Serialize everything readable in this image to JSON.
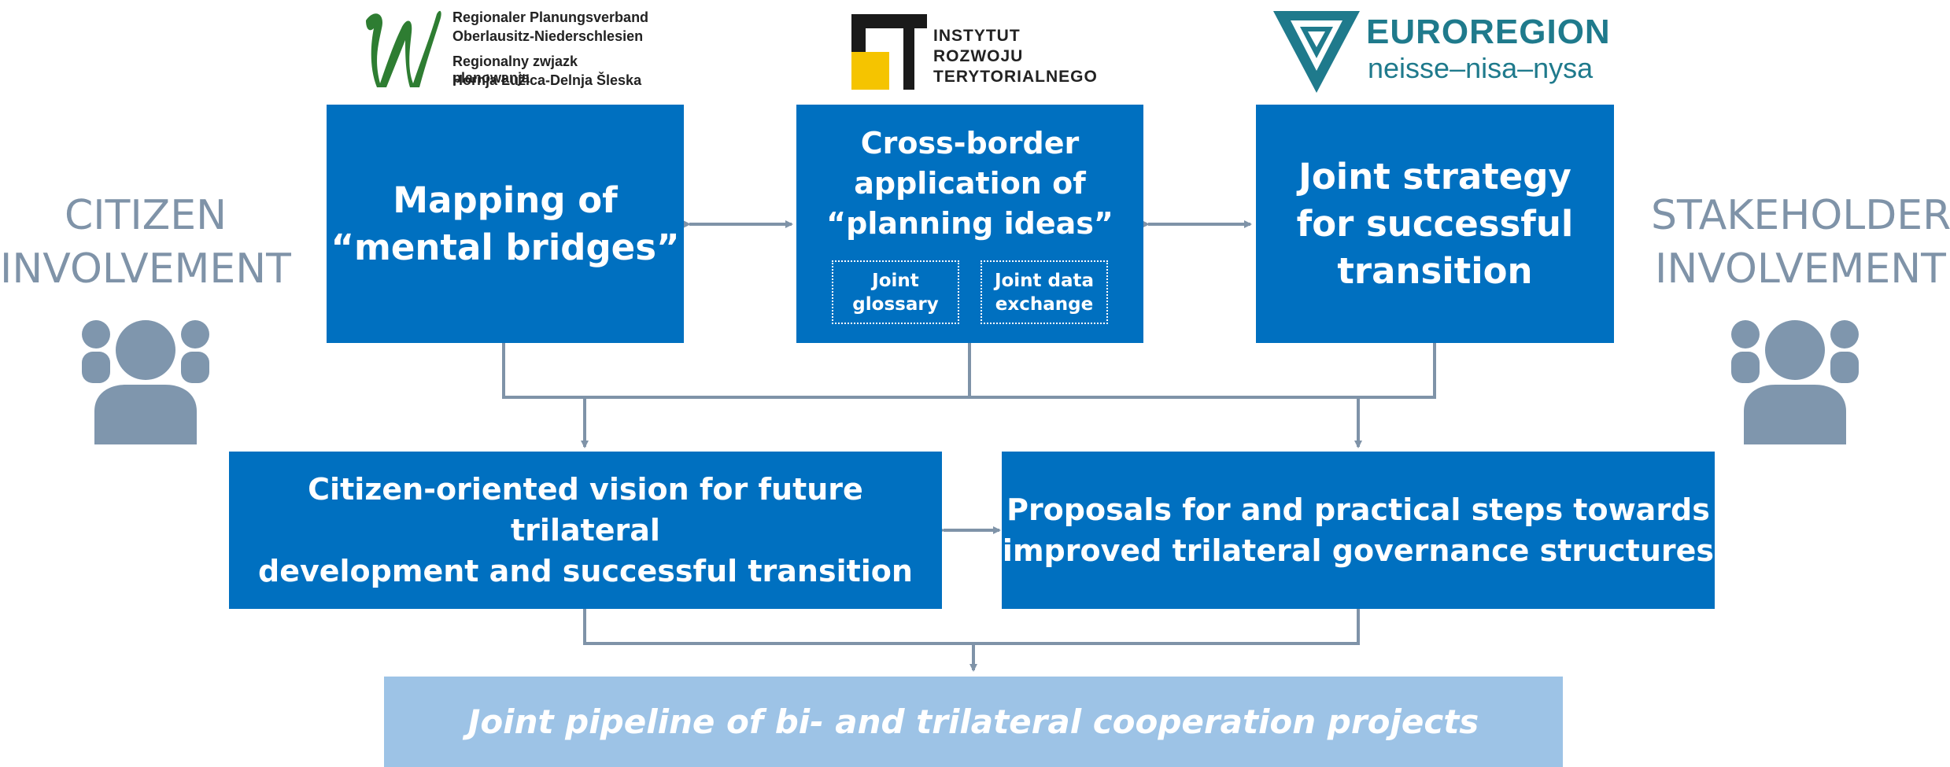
{
  "logos": {
    "rpv": {
      "line1": "Regionaler Planungsverband",
      "line2": "Oberlausitz-Niederschlesien",
      "line3": "Regionalny zwjazk planowanja",
      "line4": "Hornja Łužica-Delnja Šleska"
    },
    "irt": {
      "line1": "INSTYTUT",
      "line2": "ROZWOJU",
      "line3": "TERYTORIALNEGO"
    },
    "euroregion": {
      "title": "EUROREGION",
      "subtitle": "neisse–nisa–nysa"
    }
  },
  "side": {
    "left": "CITIZEN\nINVOLVEMENT",
    "right": "STAKEHOLDER\nINVOLVEMENT"
  },
  "boxes": {
    "mapping": "Mapping of\n“mental bridges”",
    "crossborder": "Cross-border\napplication of\n“planning ideas”",
    "glossary": "Joint\nglossary",
    "exchange": "Joint data\nexchange",
    "strategy": "Joint strategy\nfor successful\ntransition",
    "vision": "Citizen-oriented vision for future trilateral\ndevelopment and successful transition",
    "proposals": "Proposals for and practical steps towards\nimproved trilateral governance structures",
    "pipeline": "Joint pipeline of bi- and trilateral cooperation projects"
  },
  "colors": {
    "box": "#0070c0",
    "pipeline": "#9dc3e6",
    "connector": "#7f93a8",
    "person": "#7f96ad"
  }
}
